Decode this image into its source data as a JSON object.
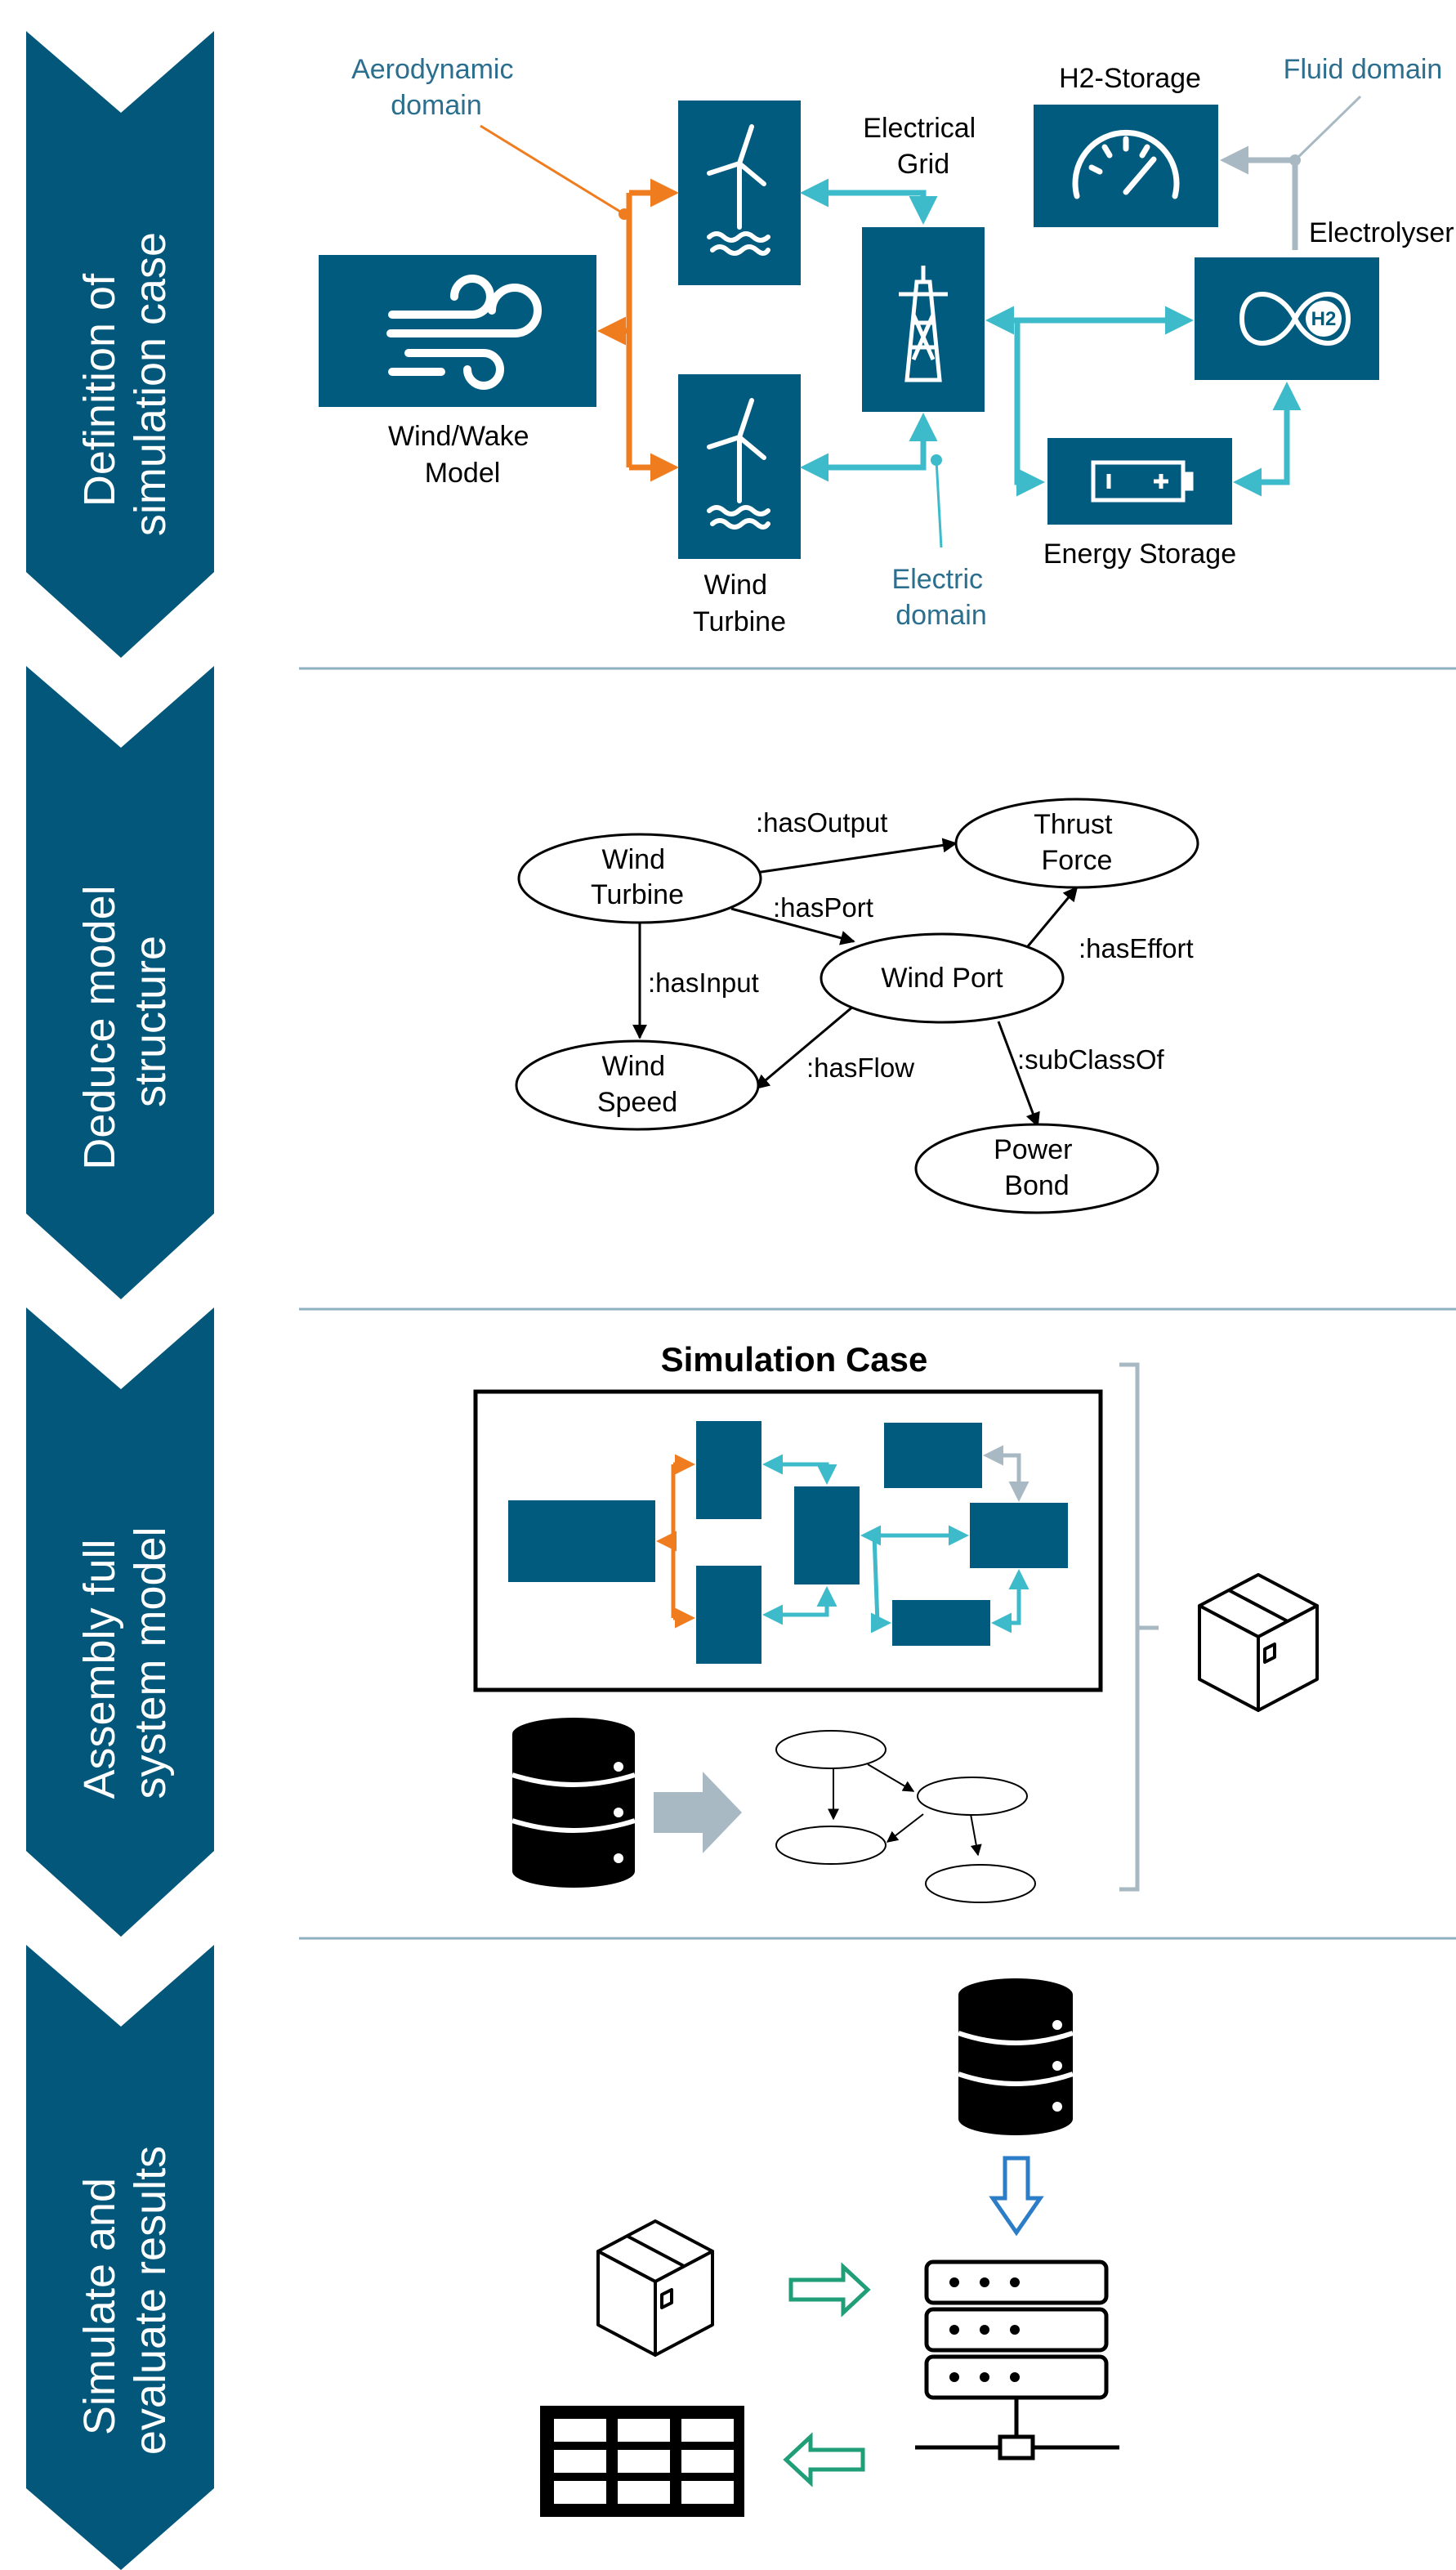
{
  "colors": {
    "block": "#005B7F",
    "chevron": "#03577A",
    "orange": "#EF7D1F",
    "cyan": "#3EBBCB",
    "grey": "#A8B9C4",
    "green": "#1F9E77",
    "blue": "#2C7DC8",
    "divider": "#8FAFC2",
    "label_blue": "#2B6E8E"
  },
  "steps": [
    {
      "line1": "Definition of",
      "line2": "simulation case"
    },
    {
      "line1": "Deduce model",
      "line2": "structure"
    },
    {
      "line1": "Assembly full",
      "line2": "system model"
    },
    {
      "line1": "Simulate and",
      "line2": "evaluate results"
    }
  ],
  "section1": {
    "aerodynamic_domain": [
      "Aerodynamic",
      "domain"
    ],
    "fluid_domain": "Fluid domain",
    "electric_domain": [
      "Electric",
      "domain"
    ],
    "wind_wake_model": [
      "Wind/Wake",
      "Model"
    ],
    "wind_turbine": [
      "Wind",
      "Turbine"
    ],
    "electrical_grid": [
      "Electrical",
      "Grid"
    ],
    "h2_storage": "H2-Storage",
    "electrolyser": "Electrolyser",
    "energy_storage": "Energy Storage",
    "h2_badge": "H2"
  },
  "section2": {
    "nodes": {
      "wind_turbine": [
        "Wind",
        "Turbine"
      ],
      "thrust_force": [
        "Thrust",
        "Force"
      ],
      "wind_port": [
        "Wind Port"
      ],
      "wind_speed": [
        "Wind",
        "Speed"
      ],
      "power_bond": [
        "Power",
        "Bond"
      ]
    },
    "relations": {
      "has_output": ":hasOutput",
      "has_port": ":hasPort",
      "has_input": ":hasInput",
      "has_effort": ":hasEffort",
      "has_flow": ":hasFlow",
      "subclass_of": ":subClassOf"
    }
  },
  "section3": {
    "simulation_case_title": "Simulation Case"
  },
  "icons": {
    "wind": "wind-icon",
    "turbine": "wind-turbine-icon",
    "pylon": "power-pylon-icon",
    "gauge": "gauge-icon",
    "h2": "hydrogen-icon",
    "battery": "battery-icon",
    "database": "database-icon",
    "package": "package-box-icon",
    "server": "server-icon",
    "table": "table-grid-icon"
  }
}
